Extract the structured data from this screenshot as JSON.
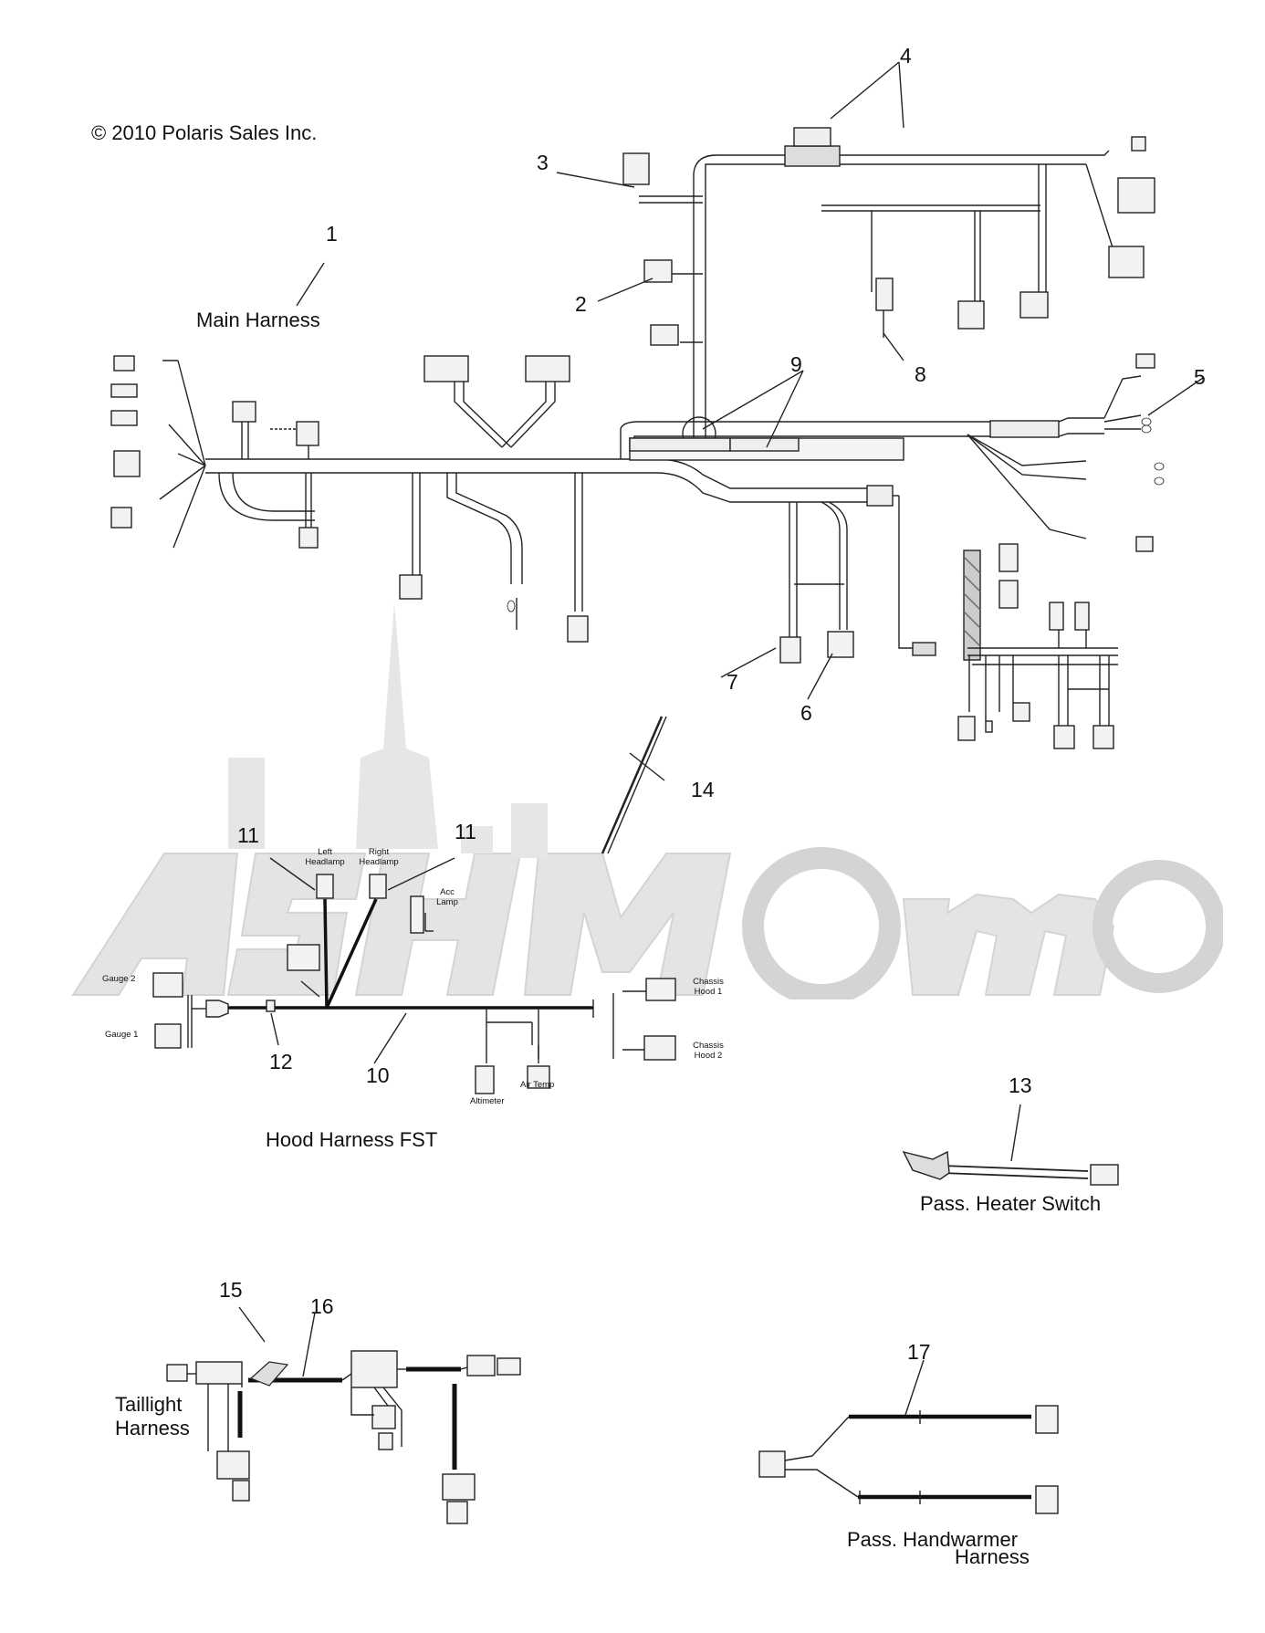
{
  "copyright": "© 2010 Polaris Sales Inc.",
  "callouts": [
    "1",
    "2",
    "3",
    "4",
    "5",
    "6",
    "7",
    "8",
    "9",
    "10",
    "11",
    "11",
    "12",
    "13",
    "14",
    "15",
    "16",
    "17"
  ],
  "section_titles": {
    "main_harness": "Main Harness",
    "hood_harness": "Hood Harness FST",
    "heater_switch": "Pass. Heater Switch",
    "taillight_line1": "Taillight",
    "taillight_line2": "Harness",
    "handwarmer_line1": "Pass. Handwarmer",
    "handwarmer_line2": "Harness"
  },
  "hood_labels": {
    "left_headlamp_1": "Left",
    "left_headlamp_2": "Headlamp",
    "right_headlamp_1": "Right",
    "right_headlamp_2": "Headlamp",
    "acc_lamp_1": "Acc",
    "acc_lamp_2": "Lamp",
    "gauge2": "Gauge 2",
    "gauge1": "Gauge 1",
    "chassis_hood1_1": "Chassis",
    "chassis_hood1_2": "Hood 1",
    "chassis_hood2_1": "Chassis",
    "chassis_hood2_2": "Hood 2",
    "altimeter": "Altimeter",
    "air_temp": "Air Temp"
  },
  "colors": {
    "line": "#222222",
    "wire_fill": "#e8e8e8",
    "watermark": "#d9d9d9"
  }
}
